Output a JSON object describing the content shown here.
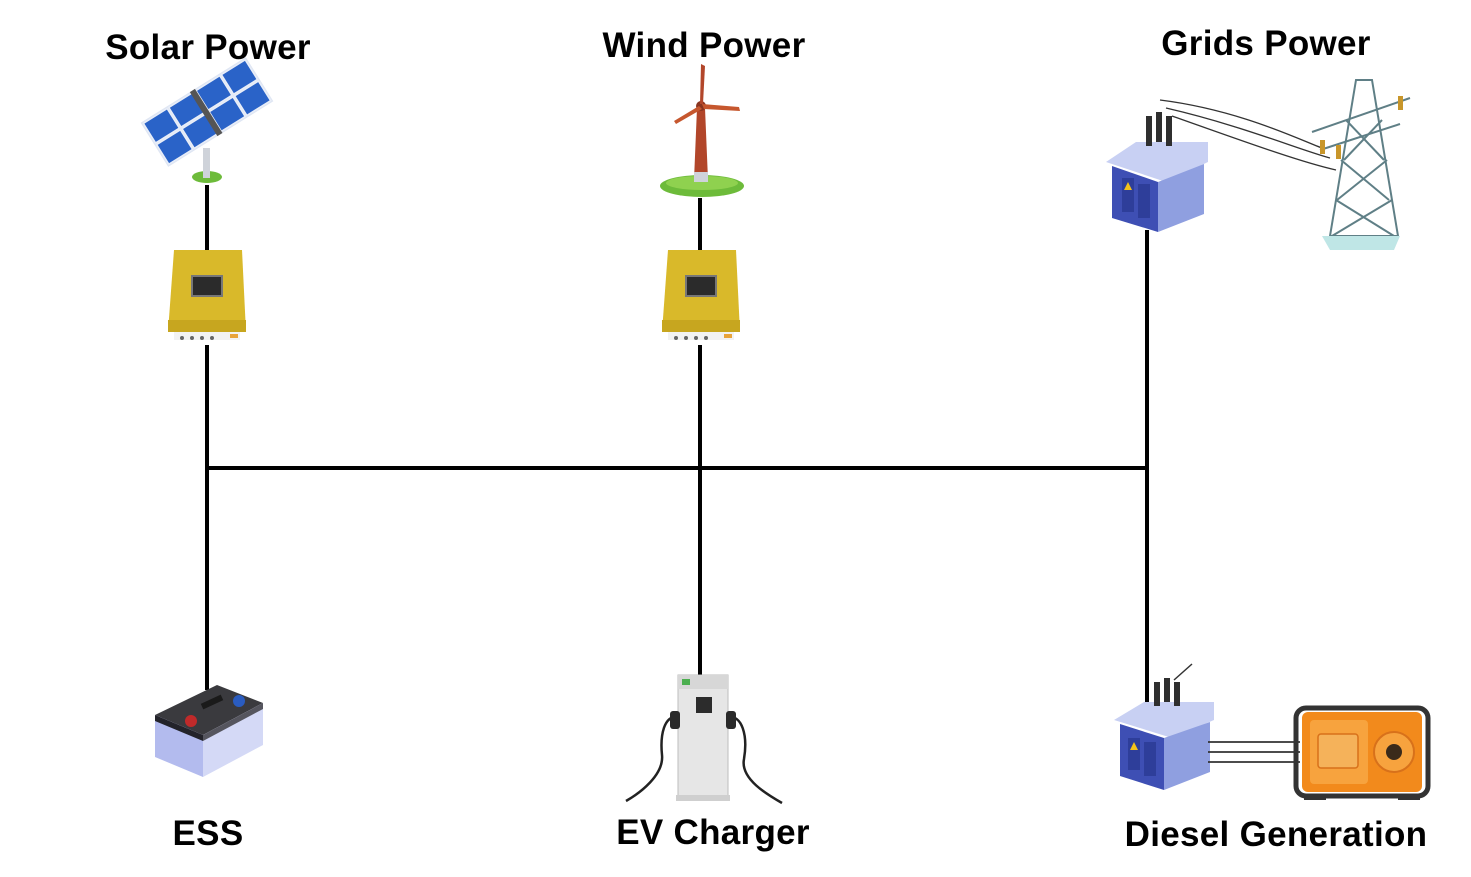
{
  "labels": {
    "solar": "Solar Power",
    "wind": "Wind Power",
    "grid": "Grids Power",
    "ess": "ESS",
    "ev": "EV Charger",
    "diesel": "Diesel Generation"
  },
  "colors": {
    "wire": "#000000",
    "inverter": "#d9b92a",
    "transformer": "#b9c3ec",
    "generator": "#f28a1c",
    "battery": "#d4d9f6",
    "panel": "#2a63c8",
    "turbine": "#b2462a",
    "grass": "#6dbb3a"
  },
  "icons": [
    "solar-panel-icon",
    "wind-turbine-icon",
    "inverter-icon",
    "transformer-icon",
    "transmission-tower-icon",
    "battery-icon",
    "ev-charger-icon",
    "diesel-generator-icon"
  ]
}
